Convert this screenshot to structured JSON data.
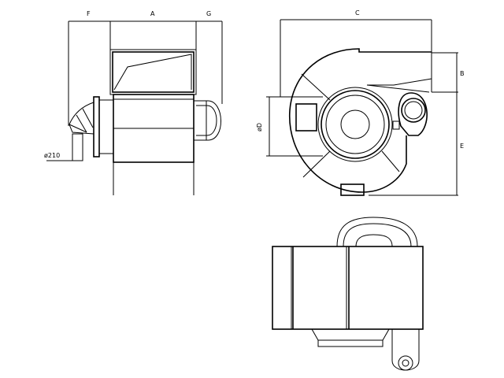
{
  "dimension_labels": {
    "f": "F",
    "a": "A",
    "g": "G",
    "c": "C",
    "b": "B",
    "e": "E",
    "d": "øD",
    "inlet": "ø210"
  }
}
